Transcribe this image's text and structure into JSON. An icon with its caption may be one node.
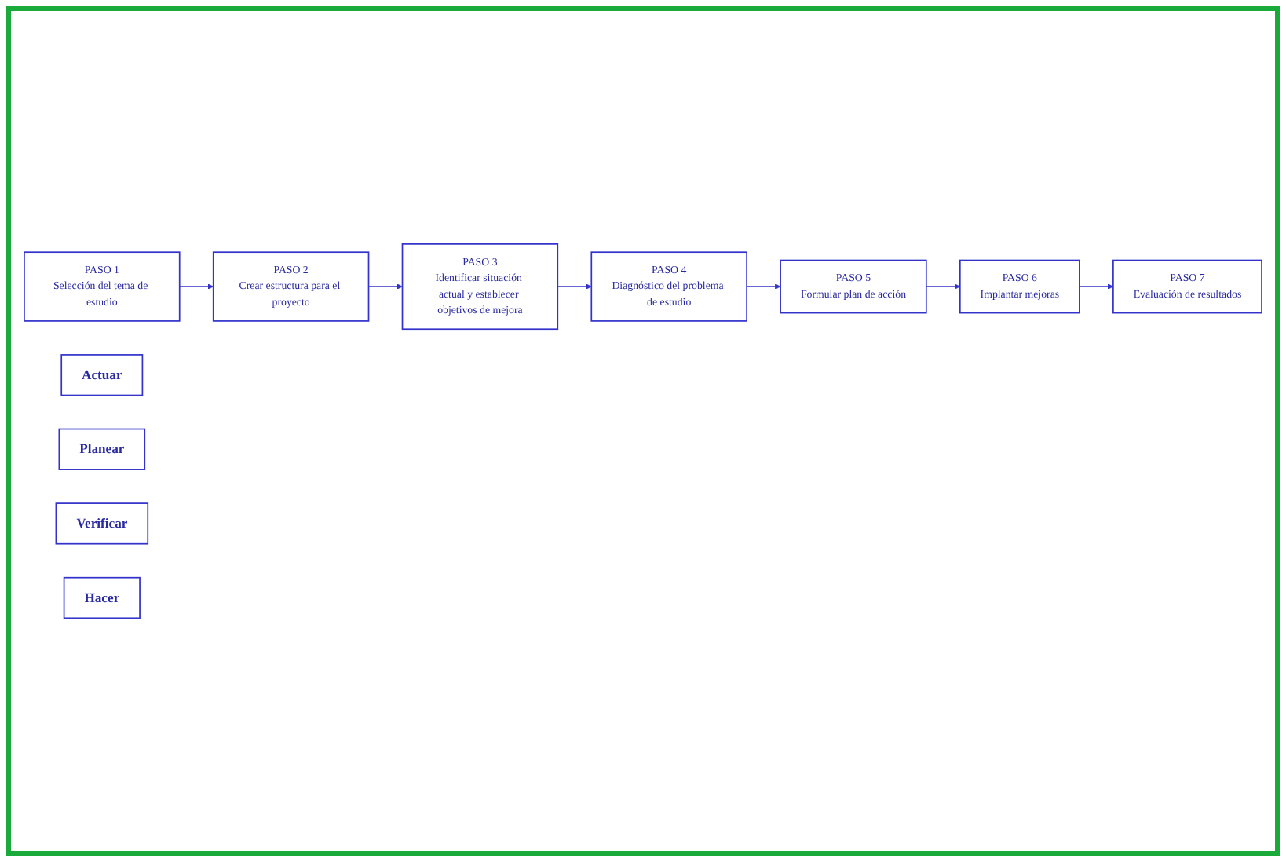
{
  "diagram": {
    "nodes": [
      {
        "text": [
          "PASO 1",
          "Selección del tema de estudio"
        ]
      },
      {
        "text": [
          "PASO 2",
          "Crear estructura para el proyecto"
        ]
      },
      {
        "text": [
          "PASO 3",
          "Identificar situación actual y establecer objetivos de mejora"
        ]
      },
      {
        "text": [
          "PASO 4",
          "Diagnóstico del problema de estudio"
        ]
      },
      {
        "text": [
          "PASO 5",
          "Formular plan de acción"
        ]
      },
      {
        "text": [
          "PASO 6",
          "Implantar mejoras"
        ]
      },
      {
        "text": [
          "PASO 7",
          "Evaluación de resultados"
        ]
      },
      {
        "text": [
          "Actuar"
        ]
      },
      {
        "text": [
          "Planear"
        ]
      },
      {
        "text": [
          "Verificar"
        ]
      },
      {
        "text": [
          "Hacer"
        ]
      }
    ],
    "edges": [
      {
        "from": 0,
        "to": 1,
        "arrow": "to"
      },
      {
        "from": 1,
        "to": 2,
        "arrow": "to"
      },
      {
        "from": 2,
        "to": 3,
        "arrow": "to"
      },
      {
        "from": 3,
        "to": 4,
        "arrow": "to"
      },
      {
        "from": 4,
        "to": 5,
        "arrow": "to"
      },
      {
        "from": 5,
        "to": 6,
        "arrow": "to"
      }
    ]
  }
}
